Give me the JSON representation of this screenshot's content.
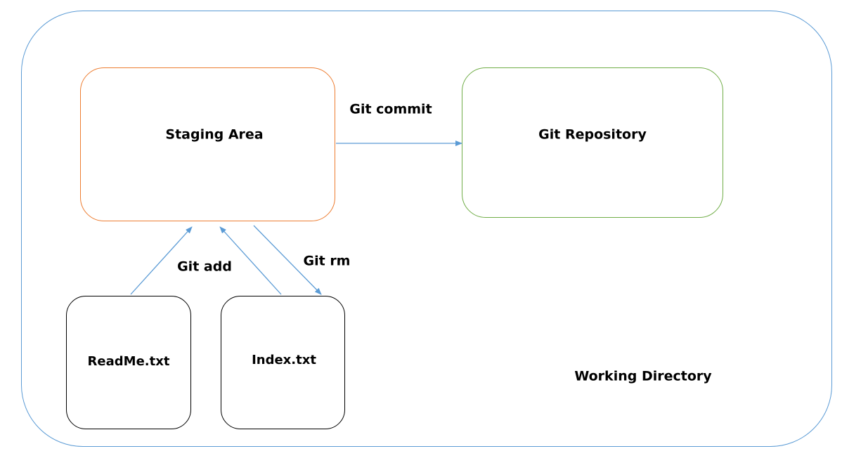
{
  "nodes": {
    "working_directory": "Working Directory",
    "staging_area": "Staging Area",
    "git_repository": "Git Repository",
    "readme_file": "ReadMe.txt",
    "index_file": "Index.txt"
  },
  "edges": {
    "git_commit": "Git commit",
    "git_add": "Git add",
    "git_rm": "Git rm"
  },
  "colors": {
    "working_directory_border": "#5b9bd5",
    "staging_area_border": "#ed7d31",
    "git_repository_border": "#70ad47",
    "file_border": "#000000",
    "arrow": "#5b9bd5"
  }
}
